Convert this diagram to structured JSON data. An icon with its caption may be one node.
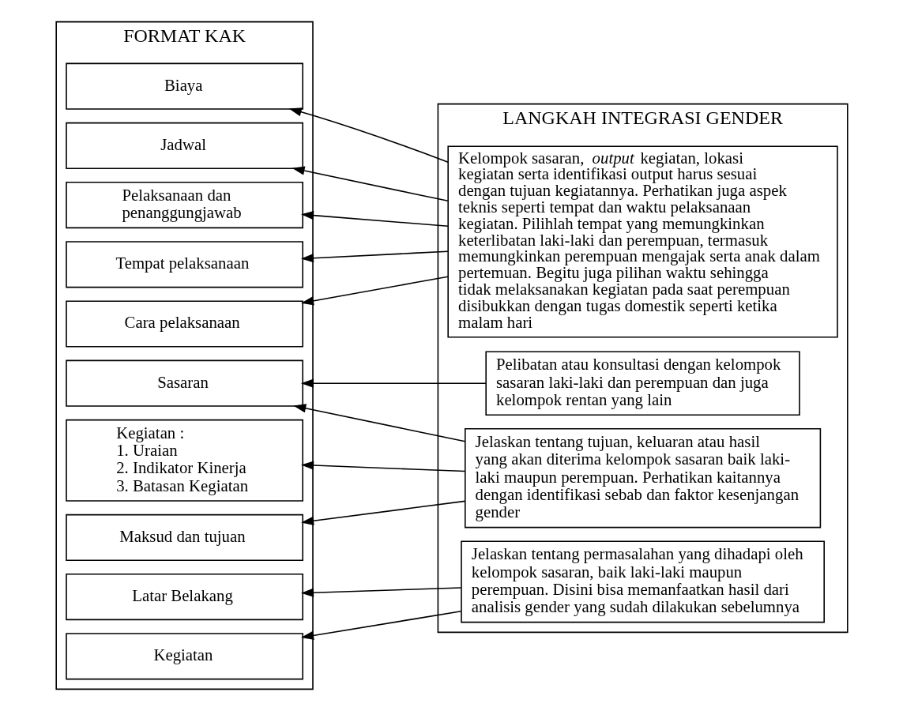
{
  "diagram": {
    "nodes": [
      {
        "text": [
          "FORMAT KAK"
        ]
      },
      {
        "text": [
          "Latar Belakang"
        ],
        "in": 0
      },
      {
        "text": [
          "Sasaran"
        ],
        "in": 0
      },
      {
        "text": [
          "Kegiatan"
        ],
        "in": 0
      },
      {
        "text": [
          "Kegiatan :",
          "1. Uraian",
          "2. Indikator Kinerja",
          "3. Batasan Kegiatan"
        ],
        "in": 0
      },
      {
        "text": [
          "Maksud dan tujuan"
        ],
        "in": 0
      },
      {
        "text": [
          "Cara pelaksanaan"
        ],
        "in": 0
      },
      {
        "text": [
          "Tempat pelaksanaan"
        ],
        "in": 0
      },
      {
        "text": [
          "Pelaksanaan dan penanggungjawab"
        ],
        "in": 0
      },
      {
        "text": [
          "Jadwal"
        ],
        "in": 0
      },
      {
        "text": [
          "Biaya"
        ],
        "in": 0
      },
      {
        "text": [
          "LANGKAH INTEGRASI GENDER"
        ]
      },
      {
        "text": [
          "Jelaskan tentang permasalahan yang dihadapi oleh kelompok sasaran, baik laki-laki maupun perempuan. Disini bisa memanfaatkan hasil dari analisis gender yang sudah dilakukan sebelumnya"
        ],
        "in": 11
      },
      {
        "text": [
          "Jelaskan tentang tujuan, keluaran atau hasil yang akan diterima kelompok sasaran baik laki-laki maupun perempuan. Perhatikan kaitannya dengan identifikasi sebab dan faktor kesenjangan gender"
        ],
        "in": 11
      },
      {
        "text": [
          "Pelibatan atau konsultasi dengan kelompok sasaran laki-laki dan perempuan dan juga kelompok rentan yang lain"
        ],
        "in": 11
      },
      {
        "text": [
          "Kelompok sasaran, *output* kegiatan, lokasi kegiatan serta identifikasi output harus sesuai dengan tujuan kegiatannya. Perhatikan juga aspek teknis seperti tempat dan waktu pelaksanaan kegiatan. Pilihlah tempat yang memungkinkan keterlibatan laki-laki dan perempuan, termasuk memungkinkan perempuan mengajak serta anak dalam pertemuan. Begitu juga pilihan waktu sehingga tidak melaksanakan kegiatan pada saat perempuan disibukkan dengan tugas domestik seperti ketika malam hari"
        ],
        "in": 11
      }
    ],
    "edges": [
      {
        "from": 12,
        "to": 1,
        "arrow": "to"
      },
      {
        "from": 12,
        "to": 3,
        "arrow": "to"
      },
      {
        "from": 13,
        "to": 2,
        "arrow": "to"
      },
      {
        "from": 13,
        "to": 4,
        "arrow": "to"
      },
      {
        "from": 13,
        "to": 5,
        "arrow": "to"
      },
      {
        "from": 14,
        "to": 2,
        "arrow": "to"
      },
      {
        "from": 15,
        "to": 6,
        "arrow": "to"
      },
      {
        "from": 15,
        "to": 7,
        "arrow": "to"
      },
      {
        "from": 15,
        "to": 8,
        "arrow": "to"
      },
      {
        "from": 15,
        "to": 9,
        "arrow": "to"
      },
      {
        "from": 15,
        "to": 10,
        "arrow": "to"
      }
    ]
  }
}
